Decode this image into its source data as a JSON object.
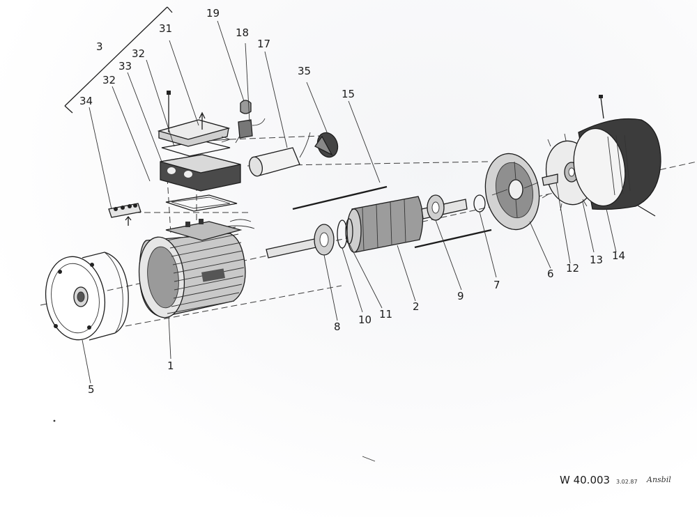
{
  "labels": [
    {
      "id": "l3",
      "text": "3"
    },
    {
      "id": "l31",
      "text": "31"
    },
    {
      "id": "l19",
      "text": "19"
    },
    {
      "id": "l18",
      "text": "18"
    },
    {
      "id": "l17",
      "text": "17"
    },
    {
      "id": "l32a",
      "text": "32"
    },
    {
      "id": "l33",
      "text": "33"
    },
    {
      "id": "l32b",
      "text": "32"
    },
    {
      "id": "l34",
      "text": "34"
    },
    {
      "id": "l35",
      "text": "35"
    },
    {
      "id": "l15",
      "text": "15"
    },
    {
      "id": "l1",
      "text": "1"
    },
    {
      "id": "l5",
      "text": "5"
    },
    {
      "id": "l8",
      "text": "8"
    },
    {
      "id": "l10",
      "text": "10"
    },
    {
      "id": "l11",
      "text": "11"
    },
    {
      "id": "l2",
      "text": "2"
    },
    {
      "id": "l9",
      "text": "9"
    },
    {
      "id": "l7",
      "text": "7"
    },
    {
      "id": "l6",
      "text": "6"
    },
    {
      "id": "l12",
      "text": "12"
    },
    {
      "id": "l13",
      "text": "13"
    },
    {
      "id": "l14",
      "text": "14"
    }
  ],
  "footer": {
    "drawing_code": "W 40.003",
    "date": "3.02.87",
    "signature": "Ansbil"
  }
}
